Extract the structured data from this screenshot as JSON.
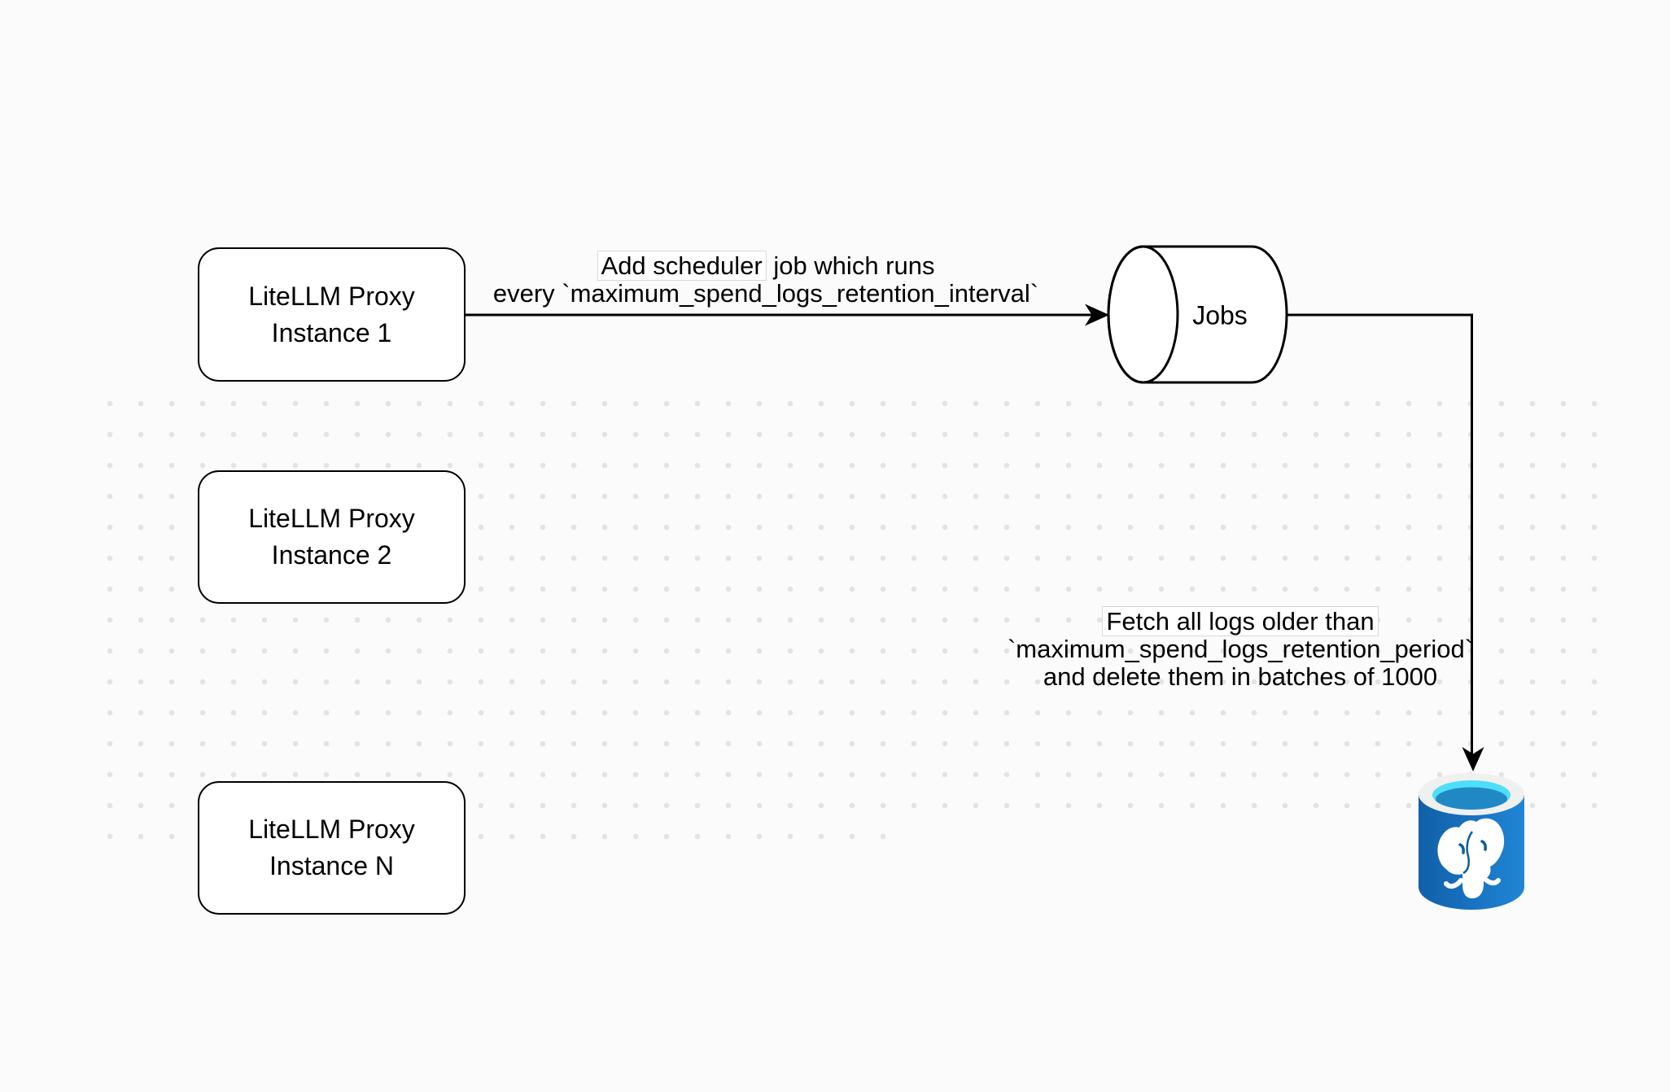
{
  "canvas": {
    "background": "#fbfbfb",
    "dot_color": "#e3e3e3"
  },
  "nodes": {
    "proxy_instances": [
      {
        "line1": "LiteLLM Proxy",
        "line2": "Instance 1"
      },
      {
        "line1": "LiteLLM Proxy",
        "line2": "Instance 2"
      },
      {
        "line1": "LiteLLM Proxy",
        "line2": "Instance N"
      }
    ],
    "jobs_queue": {
      "label": "Jobs"
    },
    "postgres_db": {
      "icon": "postgresql-database-icon"
    }
  },
  "edges": {
    "scheduler": {
      "line1_highlight": "Add scheduler",
      "line1_rest": " job which runs",
      "line2": "every `maximum_spend_logs_retention_interval`"
    },
    "fetch": {
      "line1": "Fetch all logs older than",
      "line2": "`maximum_spend_logs_retention_period`",
      "line3": "and delete them in batches of 1000"
    }
  },
  "colors": {
    "stroke": "#000000",
    "node_fill": "#ffffff",
    "postgres_body_dark": "#115fa8",
    "postgres_body_light": "#1f86d6",
    "postgres_rim": "#f0f0f0",
    "postgres_water_top": "#4edef9",
    "postgres_water_deep": "#2089c4",
    "postgres_elephant": "#ffffff"
  }
}
